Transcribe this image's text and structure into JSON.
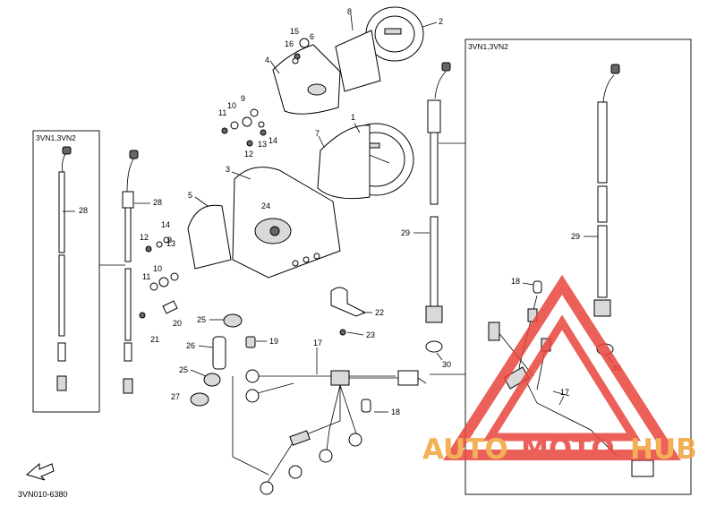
{
  "diagram": {
    "code": "3VN010-6380",
    "variant_box_left_label": "3VN1,3VN2",
    "variant_box_right_label": "3VN1,3VN2",
    "callouts": {
      "c1": "1",
      "c2": "2",
      "c3": "3",
      "c4": "4",
      "c5": "5",
      "c6": "6",
      "c7": "7",
      "c8": "8",
      "c9a": "9",
      "c9b": "9",
      "c10a": "10",
      "c10b": "10",
      "c11a": "11",
      "c11b": "11",
      "c12a": "12",
      "c12b": "12",
      "c13a": "13",
      "c13b": "13",
      "c14a": "14",
      "c14b": "14",
      "c15": "15",
      "c16": "16",
      "c17a": "17",
      "c17b": "17",
      "c18a": "18",
      "c18b": "18",
      "c19": "19",
      "c20": "20",
      "c21": "21",
      "c22": "22",
      "c23": "23",
      "c24": "24",
      "c25a": "25",
      "c25b": "25",
      "c26": "26",
      "c27": "27",
      "c28a": "28",
      "c28b": "28",
      "c29a": "29",
      "c29b": "29",
      "c30a": "30",
      "c30b": "30"
    }
  },
  "watermark": {
    "brand_part1": "AUTO",
    "brand_part2": "MOTO",
    "brand_part3": "HUB",
    "color_primary": "#e8453c",
    "color_secondary": "#f2a33a"
  }
}
